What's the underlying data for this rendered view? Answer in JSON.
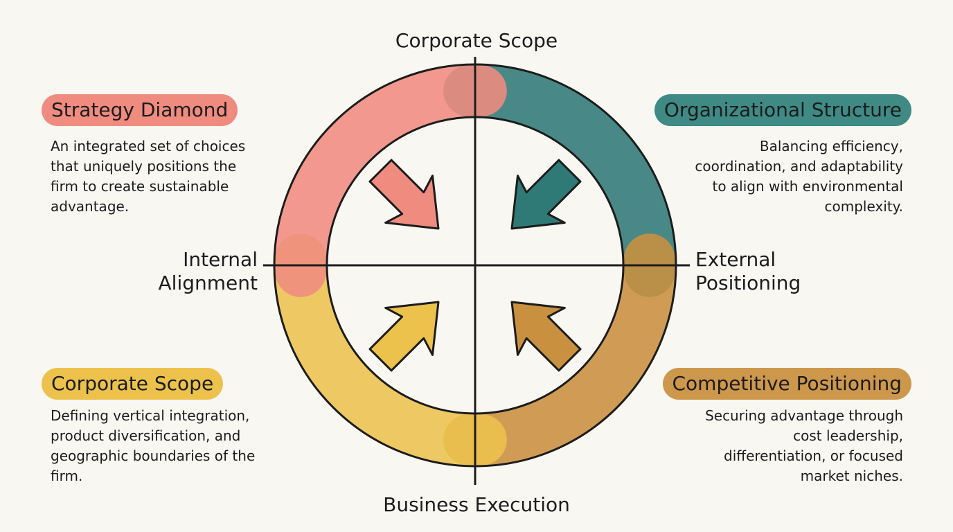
{
  "axes": {
    "top": "Corporate Scope",
    "bottom": "Business Execution",
    "left_line1": "Internal",
    "left_line2": "Alignment",
    "right_line1": "External",
    "right_line2": "Positioning"
  },
  "quadrants": {
    "top_left": {
      "title": "Strategy Diamond",
      "description": "An integrated set of choices that uniquely positions the firm to create sustainable advantage."
    },
    "top_right": {
      "title": "Organizational Structure",
      "description": "Balancing efficiency, coordination, and adaptability to align with environmental complexity."
    },
    "bottom_left": {
      "title": "Corporate Scope",
      "description": "Defining vertical integration, product diversification, and geographic boundaries of the firm."
    },
    "bottom_right": {
      "title": "Competitive Positioning",
      "description": "Securing advantage through cost leadership, differentiation, or focused market niches."
    }
  },
  "colors": {
    "top_left": "#f08b80",
    "top_right": "#2f7a77",
    "bottom_left": "#ecc24d",
    "bottom_right": "#c9903f",
    "ink": "#1c1c1c",
    "background": "#f8f7f2"
  }
}
